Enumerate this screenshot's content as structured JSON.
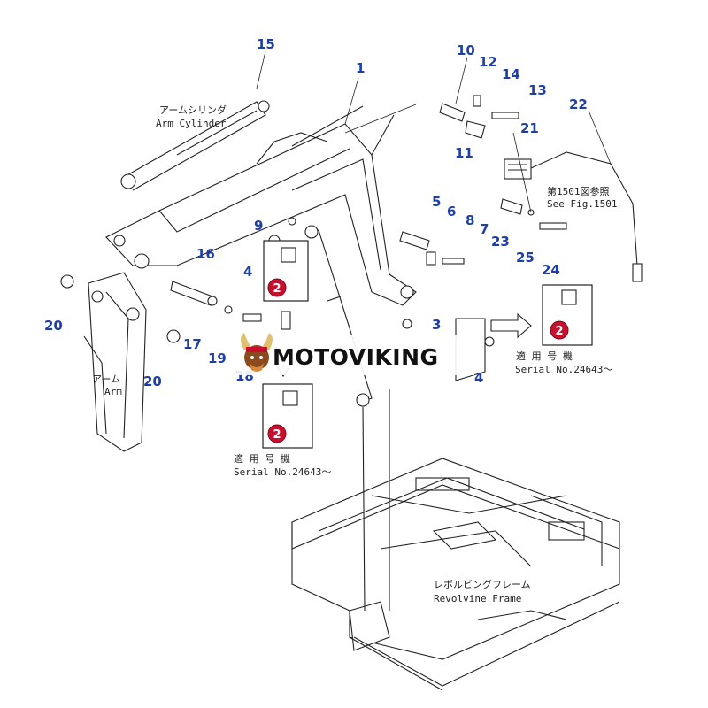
{
  "callouts": [
    "1",
    "2",
    "3",
    "4",
    "4",
    "5",
    "6",
    "7",
    "8",
    "9",
    "10",
    "11",
    "12",
    "13",
    "14",
    "15",
    "16",
    "17",
    "18",
    "19",
    "20",
    "20",
    "21",
    "22",
    "23",
    "24",
    "25"
  ],
  "labels": {
    "arm_cylinder_jp": "アームシリンダ",
    "arm_cylinder_en": "Arm Cylinder",
    "arm_jp": "アーム",
    "arm_en": "Arm",
    "see_fig_jp": "第1501図参照",
    "see_fig_en": "See Fig.1501",
    "serial_jp": "適 用 号 機",
    "serial_en": "Serial No.24643～",
    "frame_jp": "レボルビングフレーム",
    "frame_en": "Revolvine Frame"
  },
  "badges": [
    "2",
    "2",
    "2"
  ],
  "watermark": "MOTOVIKING",
  "colors": {
    "callout": "#1f3fa8",
    "badge": "#c8102e",
    "line": "#222222"
  }
}
